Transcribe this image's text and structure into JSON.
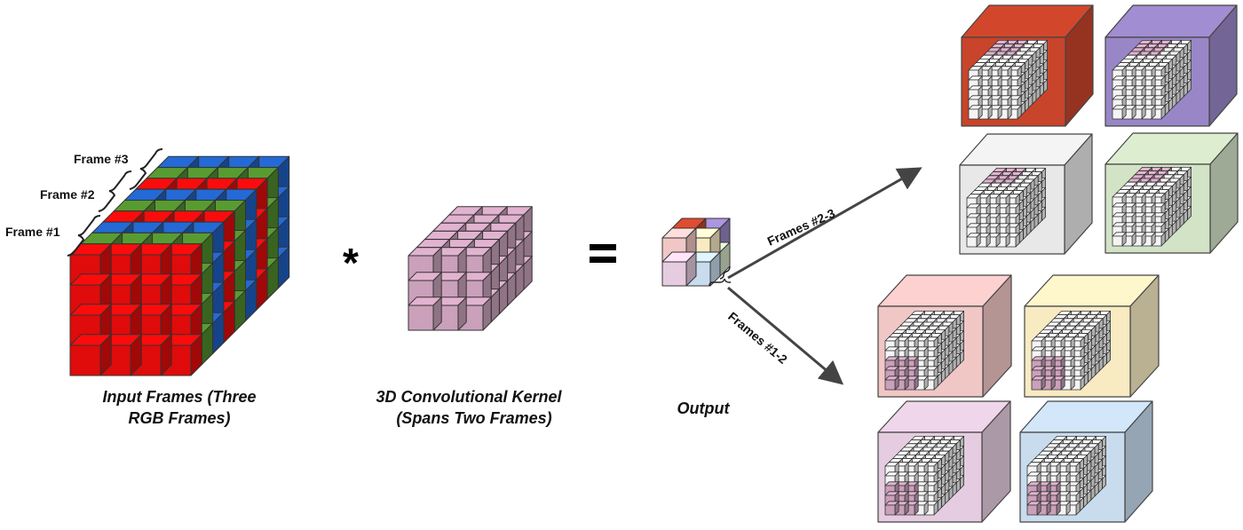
{
  "labels": {
    "frame3": "Frame #3",
    "frame2": "Frame #2",
    "frame1": "Frame #1",
    "multiply_symbol": "*",
    "equals_symbol": "=",
    "input_caption_line1": "Input Frames (Three",
    "input_caption_line2": "RGB Frames)",
    "kernel_caption_line1": "3D Convolutional Kernel",
    "kernel_caption_line2": "(Spans Two Frames)",
    "output_caption": "Output",
    "arrow_upper_label": "Frames #2-3",
    "arrow_lower_label": "Frames #1-2"
  },
  "colors": {
    "red": "#e00b0b",
    "green": "#4f8b2c",
    "blue": "#1f5fbf",
    "kernel_pink": "#caa0ba",
    "out_red": "#c8442a",
    "out_purple": "#9986c7",
    "out_gray": "#e8e8e8",
    "out_green": "#d2e3c6",
    "out_pink": "#f1c7c5",
    "out_yellow": "#f8ebc2",
    "out_mauve": "#e5cce0",
    "out_blue": "#c8dcee"
  },
  "output_boxes": [
    {
      "name": "output-box-red",
      "color": "out_red"
    },
    {
      "name": "output-box-purple",
      "color": "out_purple"
    },
    {
      "name": "output-box-gray",
      "color": "out_gray"
    },
    {
      "name": "output-box-green",
      "color": "out_green"
    },
    {
      "name": "output-box-pink",
      "color": "out_pink"
    },
    {
      "name": "output-box-yellow",
      "color": "out_yellow"
    },
    {
      "name": "output-box-mauve",
      "color": "out_mauve"
    },
    {
      "name": "output-box-blue",
      "color": "out_blue"
    }
  ]
}
